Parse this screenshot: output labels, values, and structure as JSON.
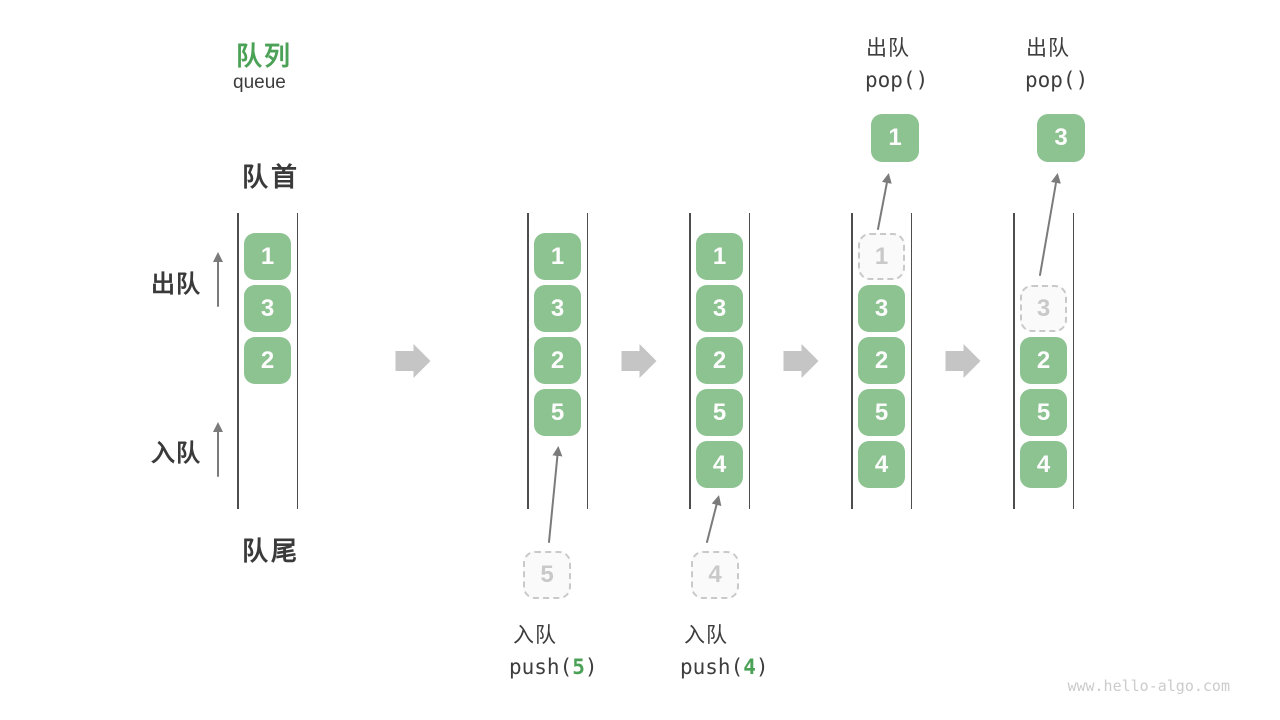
{
  "page": {
    "watermark": "www.hello-algo.com"
  },
  "title": {
    "zh": "队列",
    "en": "queue"
  },
  "side_labels": {
    "front": "队首",
    "rear": "队尾",
    "dequeue": "出队",
    "enqueue": "入队"
  },
  "colors": {
    "box_green": "#8dc291",
    "title_green": "#4ba257",
    "block_arrow_gray": "#c5c5c5",
    "thin_arrow_gray": "#7b7b7b",
    "ghost_gray": "#c9c9c9",
    "wall_gray": "#4d4d4d",
    "text_dark": "#3d3d3d"
  },
  "queues": {
    "q1": {
      "cells": [
        "1",
        "3",
        "2"
      ]
    },
    "q2": {
      "cells": [
        "1",
        "3",
        "2",
        "5"
      ],
      "pending": "5"
    },
    "q3": {
      "cells": [
        "1",
        "3",
        "2",
        "5",
        "4"
      ],
      "pending": "4"
    },
    "q4": {
      "ghost": "1",
      "cells": [
        "3",
        "2",
        "5",
        "4"
      ],
      "popped": "1"
    },
    "q5": {
      "ghost": "3",
      "cells": [
        "2",
        "5",
        "4"
      ],
      "popped": "3"
    }
  },
  "operations": {
    "push5": {
      "label": "入队",
      "fn_open": "push(",
      "arg": "5",
      "fn_close": ")"
    },
    "push4": {
      "label": "入队",
      "fn_open": "push(",
      "arg": "4",
      "fn_close": ")"
    },
    "pop_q4": {
      "label": "出队",
      "code": "pop()"
    },
    "pop_q5": {
      "label": "出队",
      "code": "pop()"
    }
  }
}
